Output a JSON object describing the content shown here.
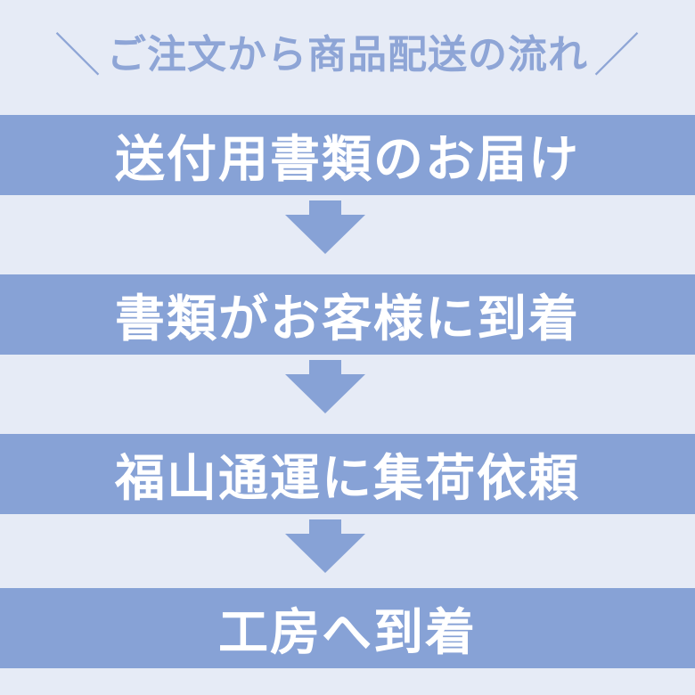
{
  "header": {
    "slash_left": "＼",
    "title": "ご注文から商品配送の流れ",
    "slash_right": "／"
  },
  "steps": [
    {
      "label": "送付用書類のお届け"
    },
    {
      "label": "書類がお客様に到着"
    },
    {
      "label": "福山通運に集荷依頼"
    },
    {
      "label": "工房へ到着"
    }
  ],
  "colors": {
    "background": "#e6ebf6",
    "band": "#87a2d6",
    "arrow": "#87a2d6",
    "header_text": "#8ea5d6",
    "band_text": "#ffffff"
  },
  "icons": {
    "arrow": "down-arrow-icon"
  }
}
